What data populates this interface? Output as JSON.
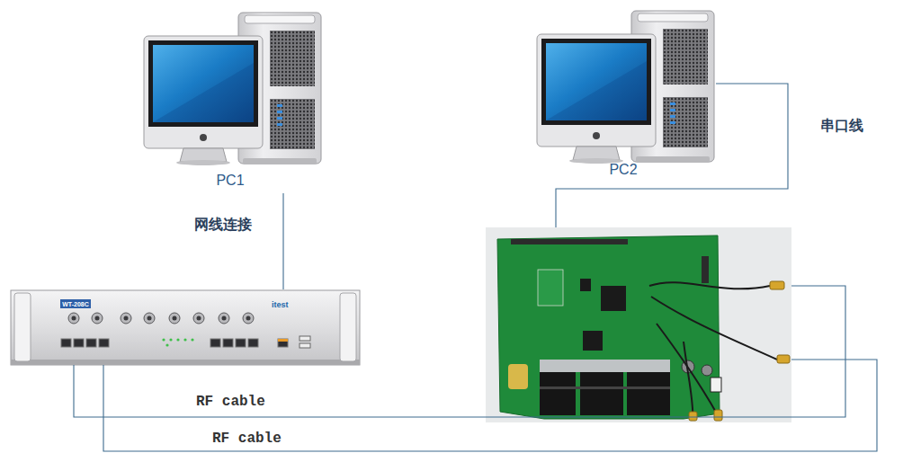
{
  "diagram": {
    "nodes": [
      {
        "text": [
          "PC1"
        ]
      },
      {
        "text": [
          "PC2"
        ]
      },
      {
        "text": [
          "WT-208C",
          "itest"
        ]
      },
      {
        "text": []
      }
    ],
    "edges": [
      {
        "from": 0,
        "to": 2,
        "arrow": "none",
        "label": "网线连接"
      },
      {
        "from": 1,
        "to": 3,
        "arrow": "none",
        "label": "串口线"
      },
      {
        "from": 2,
        "to": 3,
        "arrow": "none",
        "label": "RF cable"
      },
      {
        "from": 2,
        "to": 3,
        "arrow": "none",
        "label": "RF cable"
      }
    ]
  }
}
